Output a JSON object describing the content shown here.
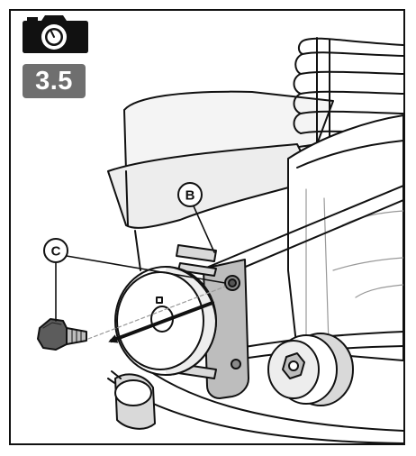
{
  "step": {
    "number": "3.5",
    "icon": "camera-icon"
  },
  "callouts": {
    "b": "B",
    "c": "C"
  },
  "colors": {
    "badge": "#6f6f6f",
    "line": "#111111",
    "shade": "#bdbdbd",
    "shade_dark": "#8a8a8a"
  }
}
